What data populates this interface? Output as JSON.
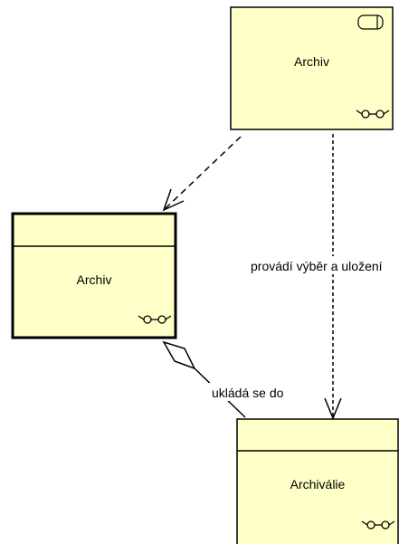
{
  "nodes": {
    "top": {
      "label": "Archiv",
      "icons": [
        "component-icon",
        "glasses-icon"
      ]
    },
    "left": {
      "label": "Archiv",
      "icons": [
        "glasses-icon"
      ]
    },
    "bottom": {
      "label": "Archiválie",
      "icons": [
        "glasses-icon"
      ]
    }
  },
  "connectors": {
    "top_to_left": {
      "label": "",
      "style": "dashed"
    },
    "top_to_bottom": {
      "label": "provádí výběr a uložení",
      "style": "dotted"
    },
    "left_to_bottom": {
      "label": "ukládá se do",
      "style": "solid-aggregation"
    }
  },
  "colors": {
    "node_fill": "#ffffc8",
    "stroke": "#000000",
    "background": "#ffffff"
  }
}
